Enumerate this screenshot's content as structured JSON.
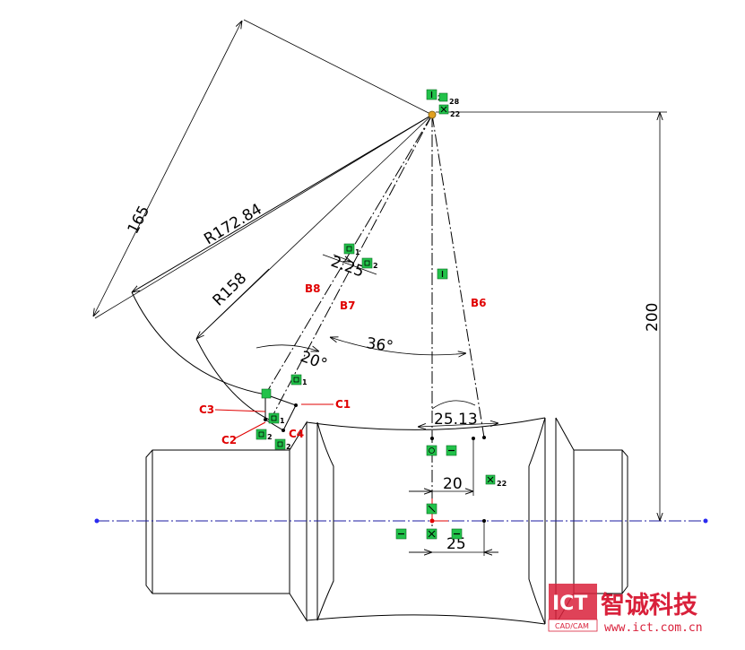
{
  "dimensions": {
    "d165": "165",
    "r17284": "R172.84",
    "r158": "R158",
    "d225": "2.25",
    "a20": "20°",
    "a36": "36°",
    "d2513": "25.13",
    "d20": "20",
    "d25": "25",
    "d200": "200"
  },
  "labels": {
    "b6": "B6",
    "b7": "B7",
    "b8": "B8",
    "c1": "C1",
    "c2": "C2",
    "c3": "C3",
    "c4": "C4"
  },
  "relations": {
    "n28": "28",
    "n22": "22",
    "n1": "1",
    "n2": "2"
  },
  "watermark": {
    "ict": "ICT",
    "sub": "CAD/CAM",
    "cn": "智诚科技",
    "url": "www.ict.com.cn"
  },
  "colors": {
    "annotation": "#e00000",
    "relation": "#22c24a",
    "axis": "#1a1aa0",
    "brand": "#d9213b"
  }
}
